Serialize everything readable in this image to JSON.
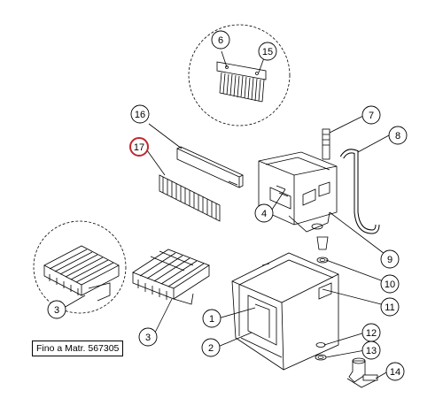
{
  "callouts": {
    "c1": "1",
    "c2": "2",
    "c3a": "3",
    "c3b": "3",
    "c4": "4",
    "c6": "6",
    "c7": "7",
    "c8": "8",
    "c9": "9",
    "c10": "10",
    "c11": "11",
    "c12": "12",
    "c13": "13",
    "c14": "14",
    "c15": "15",
    "c16": "16",
    "c17": "17"
  },
  "note": "Fino a Matr. 567305",
  "colors": {
    "line": "#000000",
    "highlight": "#c0282f",
    "background": "#ffffff"
  }
}
